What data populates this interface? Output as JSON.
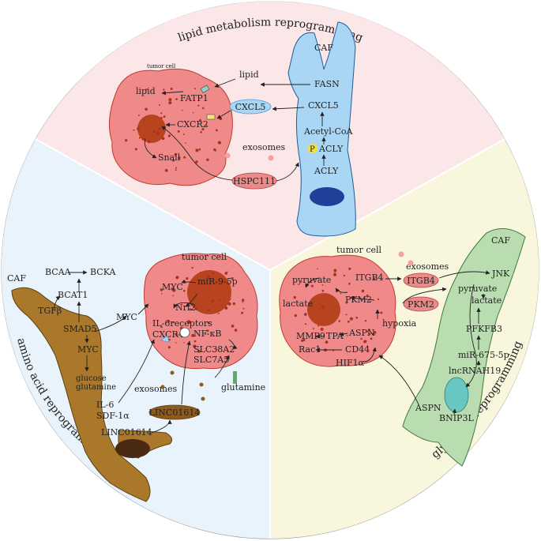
{
  "colors": {
    "lipid_bg": "#fbe6e8",
    "glyco_bg": "#f8f6dc",
    "amino_bg": "#e9f3fb",
    "tumor_fill": "#f08a8a",
    "tumor_edge": "#c0392b",
    "nucleus": "#b7431f",
    "caf_lipid": "#a9d6f5",
    "caf_glyco": "#b9ddb0",
    "caf_amino": "#a9782a",
    "nucleus_lipid": "#1f3f99",
    "nucleus_glyco": "#69c7c2",
    "nucleus_amino": "#4a2a12"
  },
  "titles": {
    "lipid": "lipid metabolism reprogramming",
    "glycolysis": "glycolysis reprogramming",
    "amino": "amino acid reprogramming"
  },
  "lipid": {
    "caf": "CAF",
    "tumor": "tumor cell",
    "fasn": "FASN",
    "lipid_mid": "lipid",
    "lipid_in": "lipid",
    "fatp1": "FATP1",
    "cxcl5_pill": "CXCL5",
    "cxcl5": "CXCL5",
    "cxcr2": "CXCR2",
    "acetyl": "Acetyl-CoA",
    "p": "P",
    "acly_p": "ACLY",
    "acly": "ACLY",
    "exosomes": "exosomes",
    "hspc111": "HSPC111",
    "snail": "Snail"
  },
  "glyco": {
    "tumor": "tumor cell",
    "caf": "CAF",
    "exosomes": "exosomes",
    "itgb4": "ITGB4",
    "itgb4_pill": "ITGB4",
    "jnk": "JNK",
    "pyruvate_in": "pyruvate",
    "lactate_in": "lactate",
    "pkm2": "PKM2",
    "pkm2_pill": "PKM2",
    "pyruvate_caf": "pyruvate",
    "lactate_caf": "lactate",
    "hypoxia": "hypoxia",
    "pfkfb3": "PFKFB3",
    "mir": "miR-675-5p",
    "lnc": "lncRNAH19",
    "mmp9": "MMP9",
    "tpa": "TPA",
    "aspn_in": "ASPN",
    "rac1": "Rac1",
    "cd44": "CD44",
    "hif": "HIF1α",
    "aspn": "ASPN",
    "bnip3l": "BNIP3L"
  },
  "amino": {
    "caf": "CAF",
    "tumor": "tumor cell",
    "bcaa": "BCAA",
    "bcka": "BCKA",
    "bcat1": "BCAT1",
    "tgfb": "TGFβ",
    "smad5": "SMAD5",
    "myc_caf": "MYC",
    "glucose": "glucose",
    "glutamine_caf": "glutamine",
    "il6": "IL-6",
    "sdf": "SDF-1α",
    "linc_caf": "LINC01614",
    "myc_mid": "MYC",
    "myc_in": "MYC",
    "mir": "miR-9-5p",
    "nrf2": "Nrf2",
    "il6r": "IL-6receptors",
    "cxcr4": "CXCR4",
    "nfkb": "NF-κB",
    "slc38": "SLC38A2",
    "slc7": "SLC7A5",
    "glutamine": "glutamine",
    "exosomes": "exosomes",
    "linc_pill": "LINC01614"
  }
}
